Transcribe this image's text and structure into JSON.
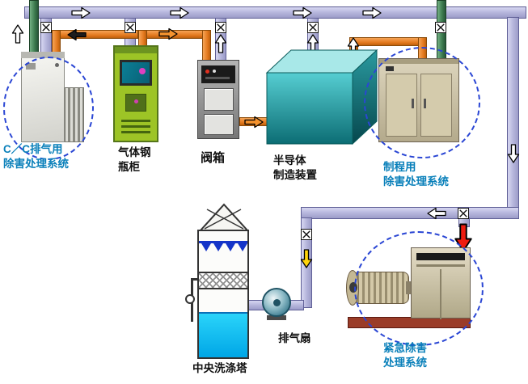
{
  "labels": {
    "cc_system": "C／C排气用\n除害处理系统",
    "gas_cabinet": "气体钢\n瓶柜",
    "valve_box": "阀箱",
    "semiconductor": "半导体\n制造装置",
    "process_system": "制程用\n除害处理系统",
    "central_scrubber": "中央洗涤塔",
    "exhaust_fan": "排气扇",
    "emergency_system": "紧急除害\n处理系统"
  },
  "colors": {
    "exhaust_duct": "#b3b3da",
    "gas_pipe": "#e2771c",
    "supply_pipe": "#3c7a4e",
    "highlight_dashed_blue": "#2a46d4",
    "label_blue": "#0a80ba",
    "alert_red": "#ee1c10",
    "water_cyan": "#10c0f0",
    "semiconductor_teal": "#0c6d74",
    "cabinet_green": "#9dc426"
  },
  "icons": {
    "valve": "x-box-damper-valve",
    "flow_arrow": "block-arrow",
    "highlight": "dashed-ellipse"
  }
}
